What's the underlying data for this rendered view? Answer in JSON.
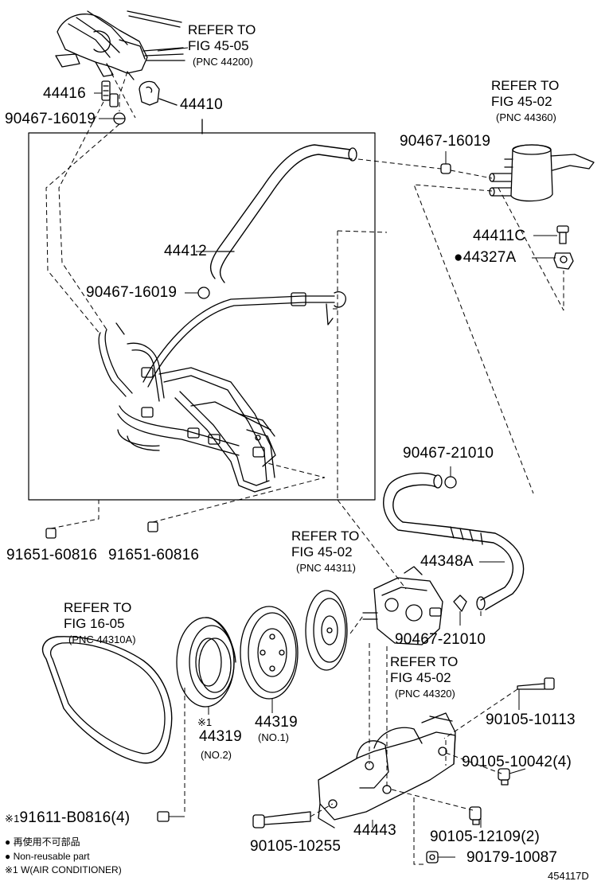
{
  "refs": {
    "r4505": {
      "line1": "REFER TO",
      "line2": "FIG 45-05",
      "pnc": "(PNC 44200)"
    },
    "r4502a": {
      "line1": "REFER TO",
      "line2": "FIG 45-02",
      "pnc": "(PNC 44360)"
    },
    "r4502b": {
      "line1": "REFER TO",
      "line2": "FIG 45-02",
      "pnc": "(PNC 44311)"
    },
    "r1605": {
      "line1": "REFER TO",
      "line2": "FIG 16-05",
      "pnc": "(PNC 44310A)"
    },
    "r4502c": {
      "line1": "REFER TO",
      "line2": "FIG 45-02",
      "pnc": "(PNC 44320)"
    }
  },
  "parts": {
    "p44416": "44416",
    "p90467_a": "90467-16019",
    "p44410": "44410",
    "p90467_b": "90467-16019",
    "p44412": "44412",
    "p90467_c": "90467-16019",
    "p44411C": "44411C",
    "p44327A": "44327A",
    "p90467_21a": "90467-21010",
    "p91651_a": "91651-60816",
    "p91651_b": "91651-60816",
    "p44348A": "44348A",
    "p90467_21b": "90467-21010",
    "p44319_2": "44319",
    "p44319_2_sub": "(NO.2)",
    "p44319_1": "44319",
    "p44319_1_sub": "(NO.1)",
    "p90105_10113": "90105-10113",
    "p90105_10042": "90105-10042(4)",
    "p91611": "91611-B0816(4)",
    "p90105_10255": "90105-10255",
    "p44443": "44443",
    "p90105_12109": "90105-12109(2)",
    "p90179": "90179-10087"
  },
  "marks": {
    "star1": "※1",
    "star1b": "※1"
  },
  "legend": {
    "line1": "● 再使用不可部品",
    "line2": "● Non-reusable part",
    "line3": "※1 W(AIR CONDITIONER)"
  },
  "diagram_id": "454117D"
}
